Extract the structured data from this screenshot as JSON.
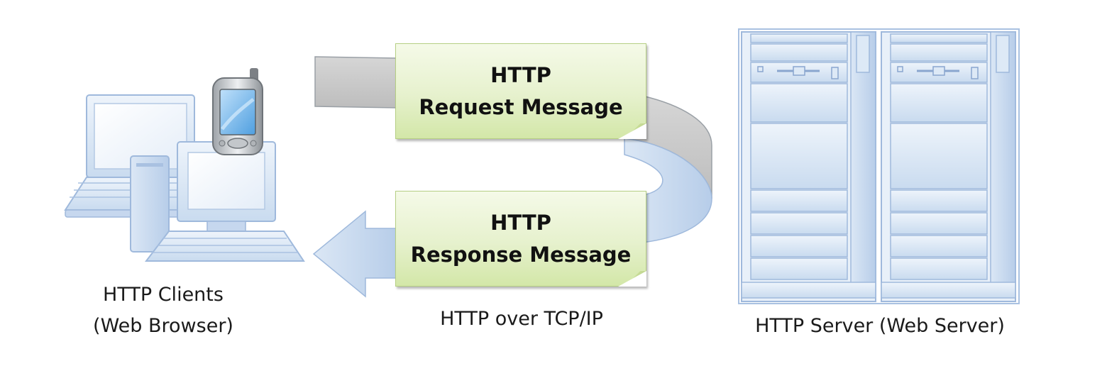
{
  "request_box": {
    "line1": "HTTP",
    "line2": "Request Message"
  },
  "response_box": {
    "line1": "HTTP",
    "line2": "Response Message"
  },
  "clients": {
    "line1": "HTTP Clients",
    "line2": "(Web Browser)"
  },
  "transport": {
    "label": "HTTP over TCP/IP"
  },
  "server": {
    "label": "HTTP Server (Web Server)"
  },
  "colors": {
    "request_arrow": "#c8c8c8",
    "response_arrow": "#c3d6ee",
    "message_box": "#e3efc8",
    "device_fill": "#dde9f6",
    "device_stroke": "#9fb9dc"
  },
  "icons": [
    "laptop-icon",
    "pda-phone-icon",
    "desktop-pc-icon",
    "server-rack-icon"
  ]
}
